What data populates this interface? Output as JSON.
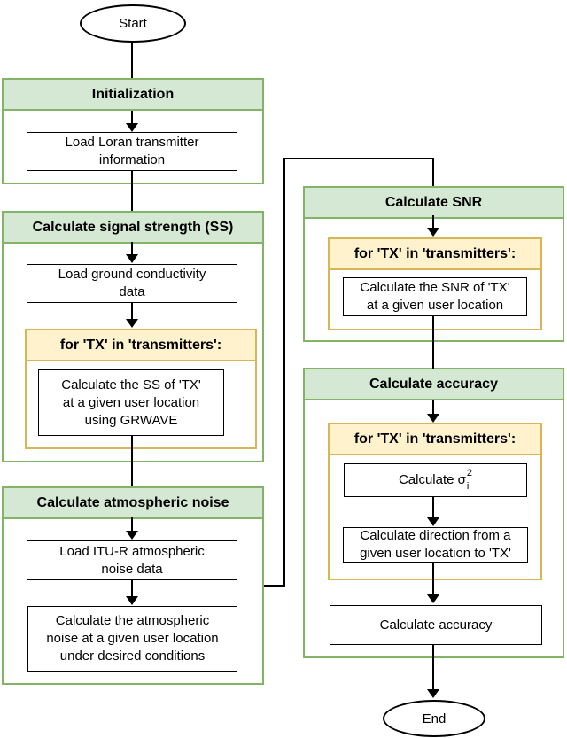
{
  "colors": {
    "section_fill": "#d5e8d4",
    "section_border": "#82b366",
    "loop_fill": "#fff2cc",
    "loop_border": "#d6b656",
    "box_border": "#000000",
    "line": "#000000"
  },
  "start_label": "Start",
  "end_label": "End",
  "init": {
    "title": "Initialization",
    "load_info": "Load Loran transmitter\ninformation"
  },
  "ss": {
    "title": "Calculate signal strength (SS)",
    "load_conductivity": "Load ground conductivity\ndata",
    "loop_header": "for 'TX' in 'transmitters':",
    "loop_body": "Calculate the SS of 'TX'\nat a given user location\nusing GRWAVE"
  },
  "noise": {
    "title": "Calculate atmospheric noise",
    "load_itur": "Load ITU-R atmospheric\nnoise data",
    "calc_noise": "Calculate the atmospheric\nnoise at a given user location\nunder desired conditions"
  },
  "snr": {
    "title": "Calculate SNR",
    "loop_header": "for 'TX' in 'transmitters':",
    "loop_body": "Calculate the SNR of 'TX'\nat a given user location"
  },
  "acc": {
    "title": "Calculate accuracy",
    "loop_header": "for 'TX' in 'transmitters':",
    "sigma_prefix": "Calculate σ",
    "sigma_sup": "2",
    "sigma_sub": "i",
    "calc_direction": "Calculate direction from a\ngiven user location to 'TX'",
    "calc_accuracy": "Calculate accuracy"
  }
}
